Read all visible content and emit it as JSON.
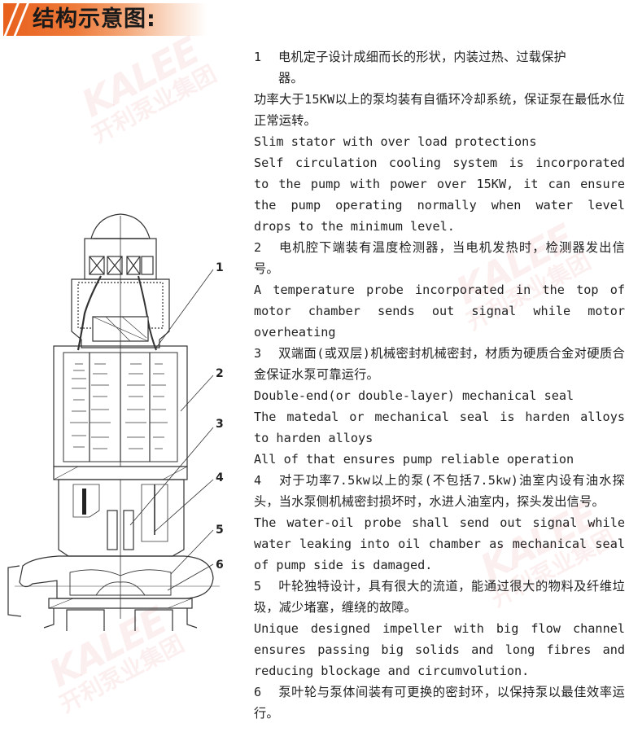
{
  "header": {
    "title": "结构示意图:",
    "accent_color": "#e8601c"
  },
  "watermark": {
    "brand_en": "KALEE",
    "brand_cn": "开利泵业集团"
  },
  "diagram": {
    "title": "Submersible sewage pump cross-section",
    "callouts": [
      "1",
      "2",
      "3",
      "4",
      "5",
      "6"
    ]
  },
  "sections": [
    {
      "number": "1",
      "cn_lines": [
        "电机定子设计成细而长的形状，内装过热、过载保护",
        "器。"
      ],
      "cn_extra": "功率大于15KW以上的泵均装有自循环冷却系统，保证泵在最低水位正常运转。",
      "en": [
        "Slim stator with over load protections",
        "Self circulation cooling system is incorporated to the pump with power over 15KW, it can ensure the pump operating normally when water level drops to the minimum level."
      ]
    },
    {
      "number": "2",
      "cn": "电机腔下端装有温度检测器，当电机发热时，检测器发出信号。",
      "en": [
        "A temperature probe incorporated in the top of motor chamber sends out signal while motor overheating"
      ]
    },
    {
      "number": "3",
      "cn": "双端面(或双层)机械密封机械密封，材质为硬质合金对硬质合金保证水泵可靠运行。",
      "en": [
        "Double-end(or double-layer) mechanical seal",
        "The matedal or mechanical seal is harden alloys to harden alloys",
        "All of that ensures pump reliable operation"
      ]
    },
    {
      "number": "4",
      "cn": "对于功率7.5kw以上的泵(不包括7.5kw)油室内设有油水探头，当水泵侧机械密封损坏时，水进人油室内，探头发出信号。",
      "en": [
        "The water-oil probe shall send out signal while water leaking into oil chamber as mechanical seal of pump side is damaged."
      ]
    },
    {
      "number": "5",
      "cn": "叶轮独特设计，具有很大的流道，能通过很大的物料及纤维垃圾，减少堵塞，缠绕的故障。",
      "en": [
        "Unique designed impeller with big flow channel ensures passing big solids and long fibres and reducing blockage and circumvolution."
      ]
    },
    {
      "number": "6",
      "cn": "泵叶轮与泵体间装有可更换的密封环，以保持泵以最佳效率运行。",
      "en": []
    }
  ]
}
